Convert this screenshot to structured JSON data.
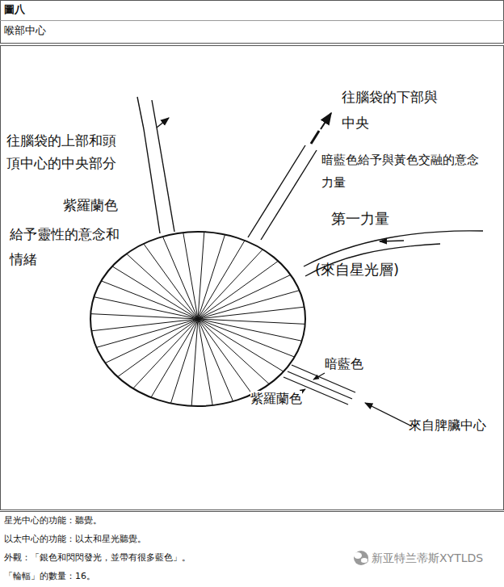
{
  "diagram": {
    "title": "圖八",
    "labels": [
      "喉部中心",
      "往腦袋的上部和頭 頂中心的中央部分",
      "紫羅蘭色",
      "給予靈性的意念和 情緒",
      "往腦袋的下部與 中央",
      "暗藍色給予與黃色交融的意念 力量",
      "第一力量",
      "(來自星光層)",
      "暗藍色",
      "紫羅蘭色",
      "來自脾臟中心",
      "星光中心的功能：聽覺。",
      "以太中心的功能：以太和星光聽覺。",
      "外觀：「銀色和閃閃發光，並帶有很多藍色」。",
      "「輪輻」的數量：16。",
      "新亚特兰蒂斯XYTLDS"
    ]
  }
}
